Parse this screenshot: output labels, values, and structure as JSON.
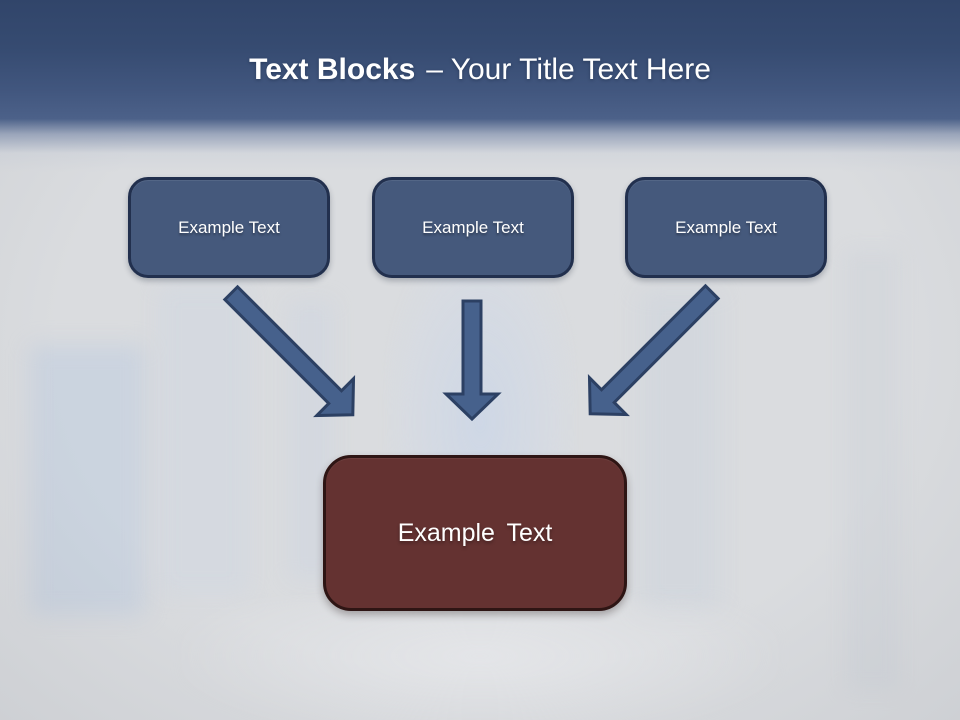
{
  "slide": {
    "title": {
      "bold": "Text Blocks",
      "rest": "– Your Title Text Here"
    },
    "top_blocks": [
      {
        "label": "Example Text"
      },
      {
        "label": "Example Text"
      },
      {
        "label": "Example Text"
      }
    ],
    "result_block": {
      "label": "Example Text"
    },
    "arrows": [
      {
        "icon": "arrow-down-right-icon"
      },
      {
        "icon": "arrow-down-icon"
      },
      {
        "icon": "arrow-down-left-icon"
      }
    ],
    "colors": {
      "header_top": "#31456A",
      "header_bottom": "#4C6189",
      "background": "#DADCDF",
      "title_text": "#FFFFFF",
      "block_fill": "#45597C",
      "block_border": "#22304E",
      "arrow_fill": "#46618C",
      "arrow_border": "#2C4063",
      "result_fill": "#643231",
      "result_border": "#2E1514"
    }
  }
}
